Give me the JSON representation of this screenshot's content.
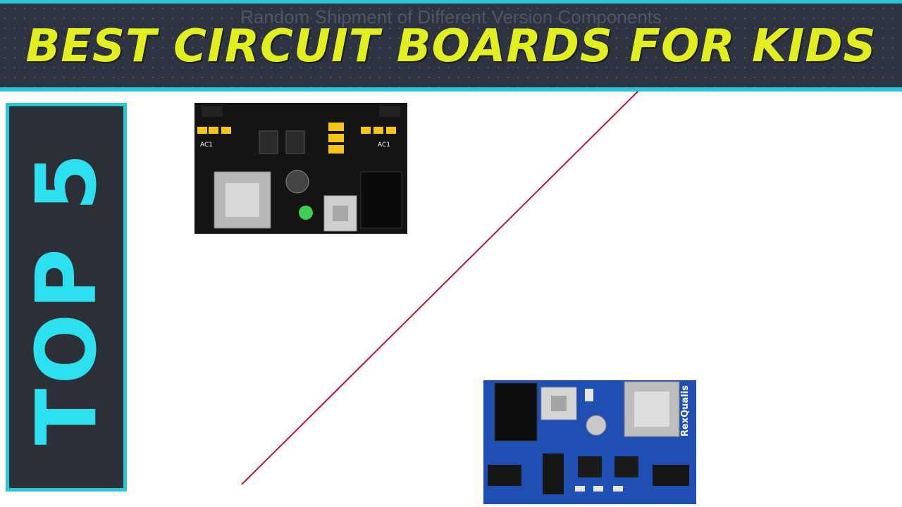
{
  "header": {
    "background_caption": "Random Shipment of Different Version Components",
    "title": "BEST CIRCUIT BOARDS FOR KIDS"
  },
  "side_panel": {
    "label": "TOP 5"
  },
  "products": [
    {
      "name": "black-breadboard-power-module",
      "color": "#1a1a1a"
    },
    {
      "name": "blue-breadboard-power-module",
      "color": "#1f4fb3",
      "brand_text": "RexQualis"
    }
  ],
  "colors": {
    "accent": "#2ec4d8",
    "title": "#e3ee20",
    "divider": "#c4132e"
  }
}
